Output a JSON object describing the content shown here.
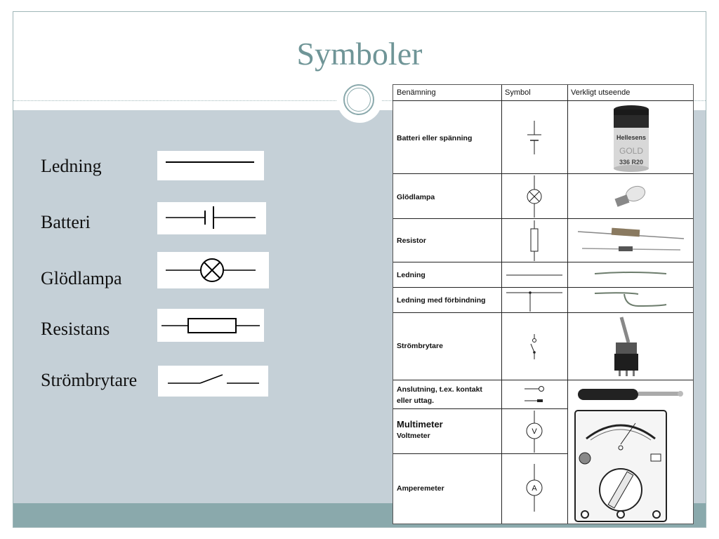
{
  "slide": {
    "title": "Symboler"
  },
  "left_symbols": [
    {
      "label": "Ledning",
      "icon": "wire-symbol"
    },
    {
      "label": "Batteri",
      "icon": "battery-symbol"
    },
    {
      "label": "Glödlampa",
      "icon": "lamp-symbol"
    },
    {
      "label": "Resistans",
      "icon": "resistor-symbol"
    },
    {
      "label": "Strömbrytare",
      "icon": "switch-symbol"
    }
  ],
  "table": {
    "headers": [
      "Benämning",
      "Symbol",
      "Verkligt utseende"
    ],
    "rows": [
      {
        "name": "Batteri eller spänning",
        "symbol": "battery-symbol",
        "picture": "battery-photo",
        "picture_text": [
          "Hellesens",
          "GOLD",
          "336 R20"
        ]
      },
      {
        "name": "Glödlampa",
        "symbol": "lamp-symbol",
        "picture": "bulb-photo"
      },
      {
        "name": "Resistor",
        "symbol": "resistor-symbol",
        "picture": "resistor-photo"
      },
      {
        "name": "Ledning",
        "symbol": "wire-symbol",
        "picture": "wire-photo"
      },
      {
        "name": "Ledning med förbindning",
        "symbol": "junction-symbol",
        "picture": "bent-wire-photo"
      },
      {
        "name": "Strömbrytare",
        "symbol": "switch-symbol",
        "picture": "toggle-switch-photo"
      },
      {
        "name_lines": [
          "Anslutning, t.ex. kontakt",
          "eller uttag."
        ],
        "symbol": "connector-symbol",
        "picture": "banana-plug-photo"
      },
      {
        "name_lines": [
          "Multimeter",
          "Voltmeter"
        ],
        "symbol": "voltmeter-symbol",
        "symbol_text": "V",
        "picture": "multimeter-photo"
      },
      {
        "name": "Amperemeter",
        "symbol": "ammeter-symbol",
        "symbol_text": "A"
      }
    ]
  },
  "colors": {
    "title": "#6f9597",
    "panel": "#c5d0d7",
    "footer": "#8aa9ac"
  }
}
